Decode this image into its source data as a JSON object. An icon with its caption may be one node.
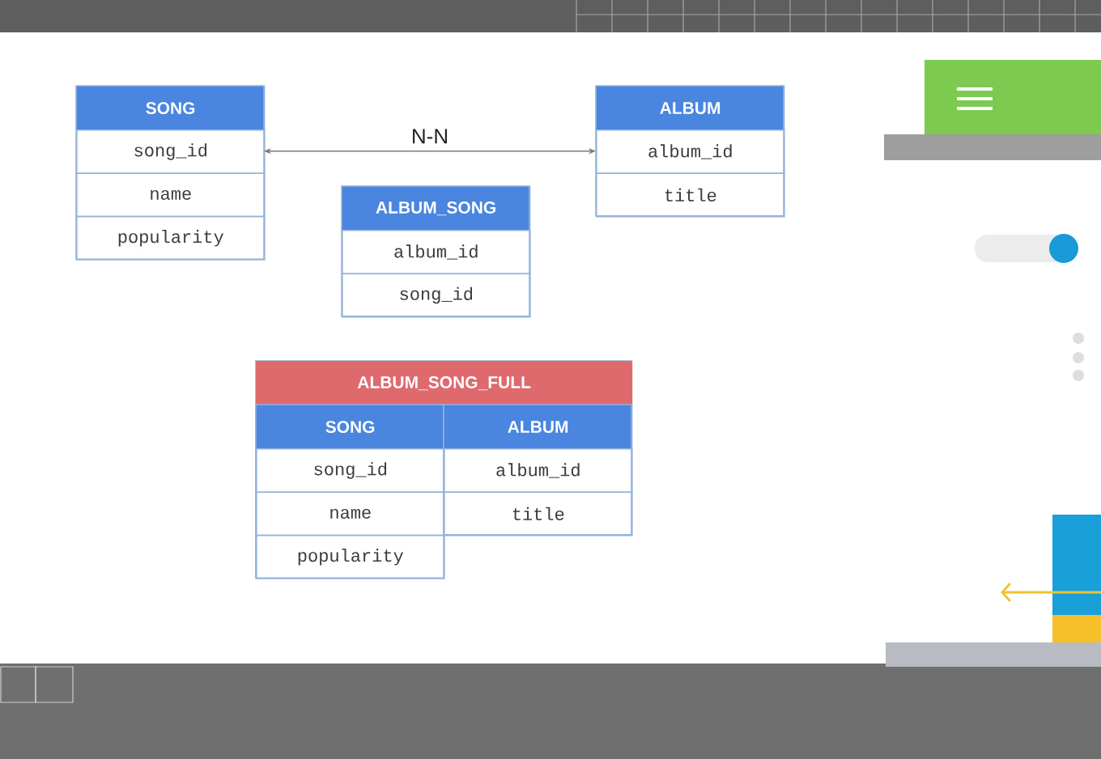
{
  "diagram": {
    "nodes": [
      {
        "text": [
          "SONG",
          "song_id",
          "name",
          "popularity"
        ]
      },
      {
        "text": [
          "ALBUM",
          "album_id",
          "title"
        ]
      },
      {
        "text": [
          "ALBUM_SONG",
          "album_id",
          "song_id"
        ]
      },
      {
        "text": [
          "ALBUM_SONG_FULL"
        ]
      },
      {
        "text": [
          "SONG",
          "song_id",
          "name",
          "popularity"
        ],
        "in": 3
      },
      {
        "text": [
          "ALBUM",
          "album_id",
          "title"
        ],
        "in": 3
      }
    ],
    "edges": [
      {
        "from": 0,
        "to": 1,
        "arrow": "both",
        "label": "N-N"
      }
    ]
  }
}
